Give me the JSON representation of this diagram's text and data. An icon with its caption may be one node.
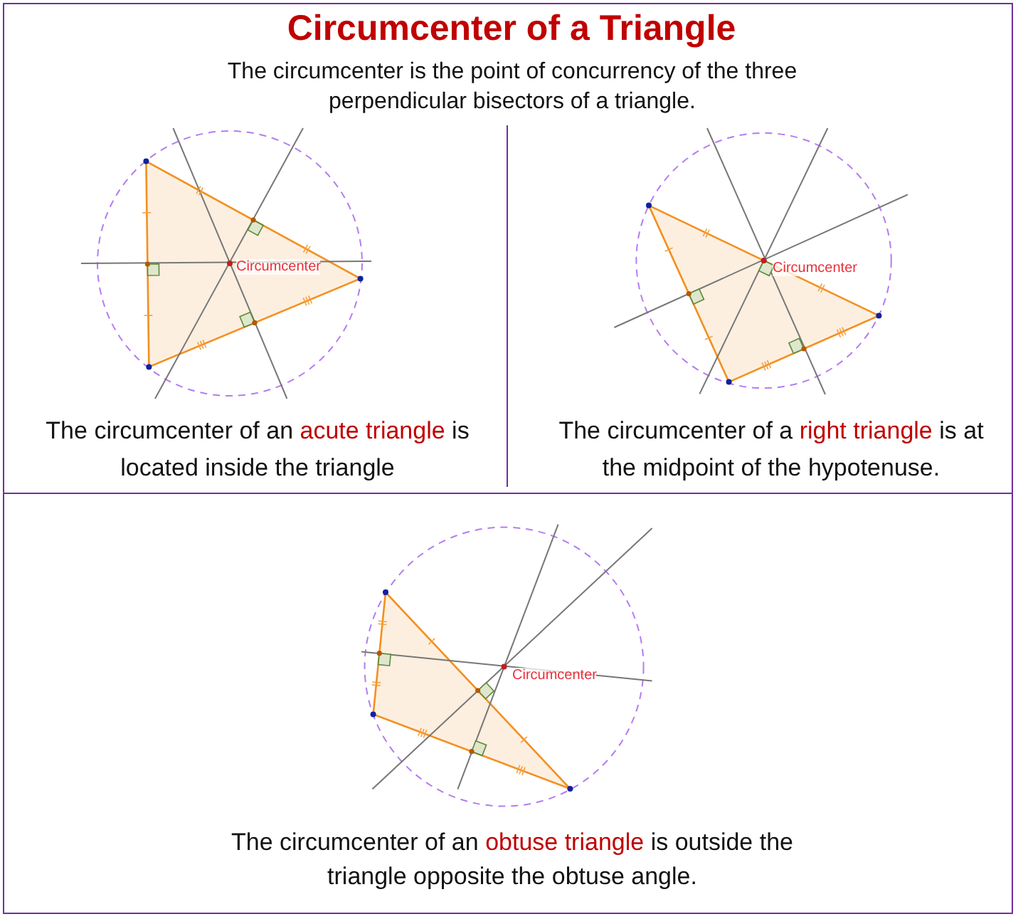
{
  "diagram": {
    "title": "Circumcenter of a Triangle",
    "labels": [
      "The circumcenter is the point of concurrency of the three perpendicular bisectors of a triangle.",
      "Circumcenter",
      "The circumcenter of an **acute triangle** is located inside the triangle",
      "Circumcenter",
      "The circumcenter of a **right triangle** is at the midpoint of the hypotenuse.",
      "Circumcenter",
      "The circumcenter of an **obtuse triangle** is outside the triangle opposite the obtuse angle."
    ]
  }
}
